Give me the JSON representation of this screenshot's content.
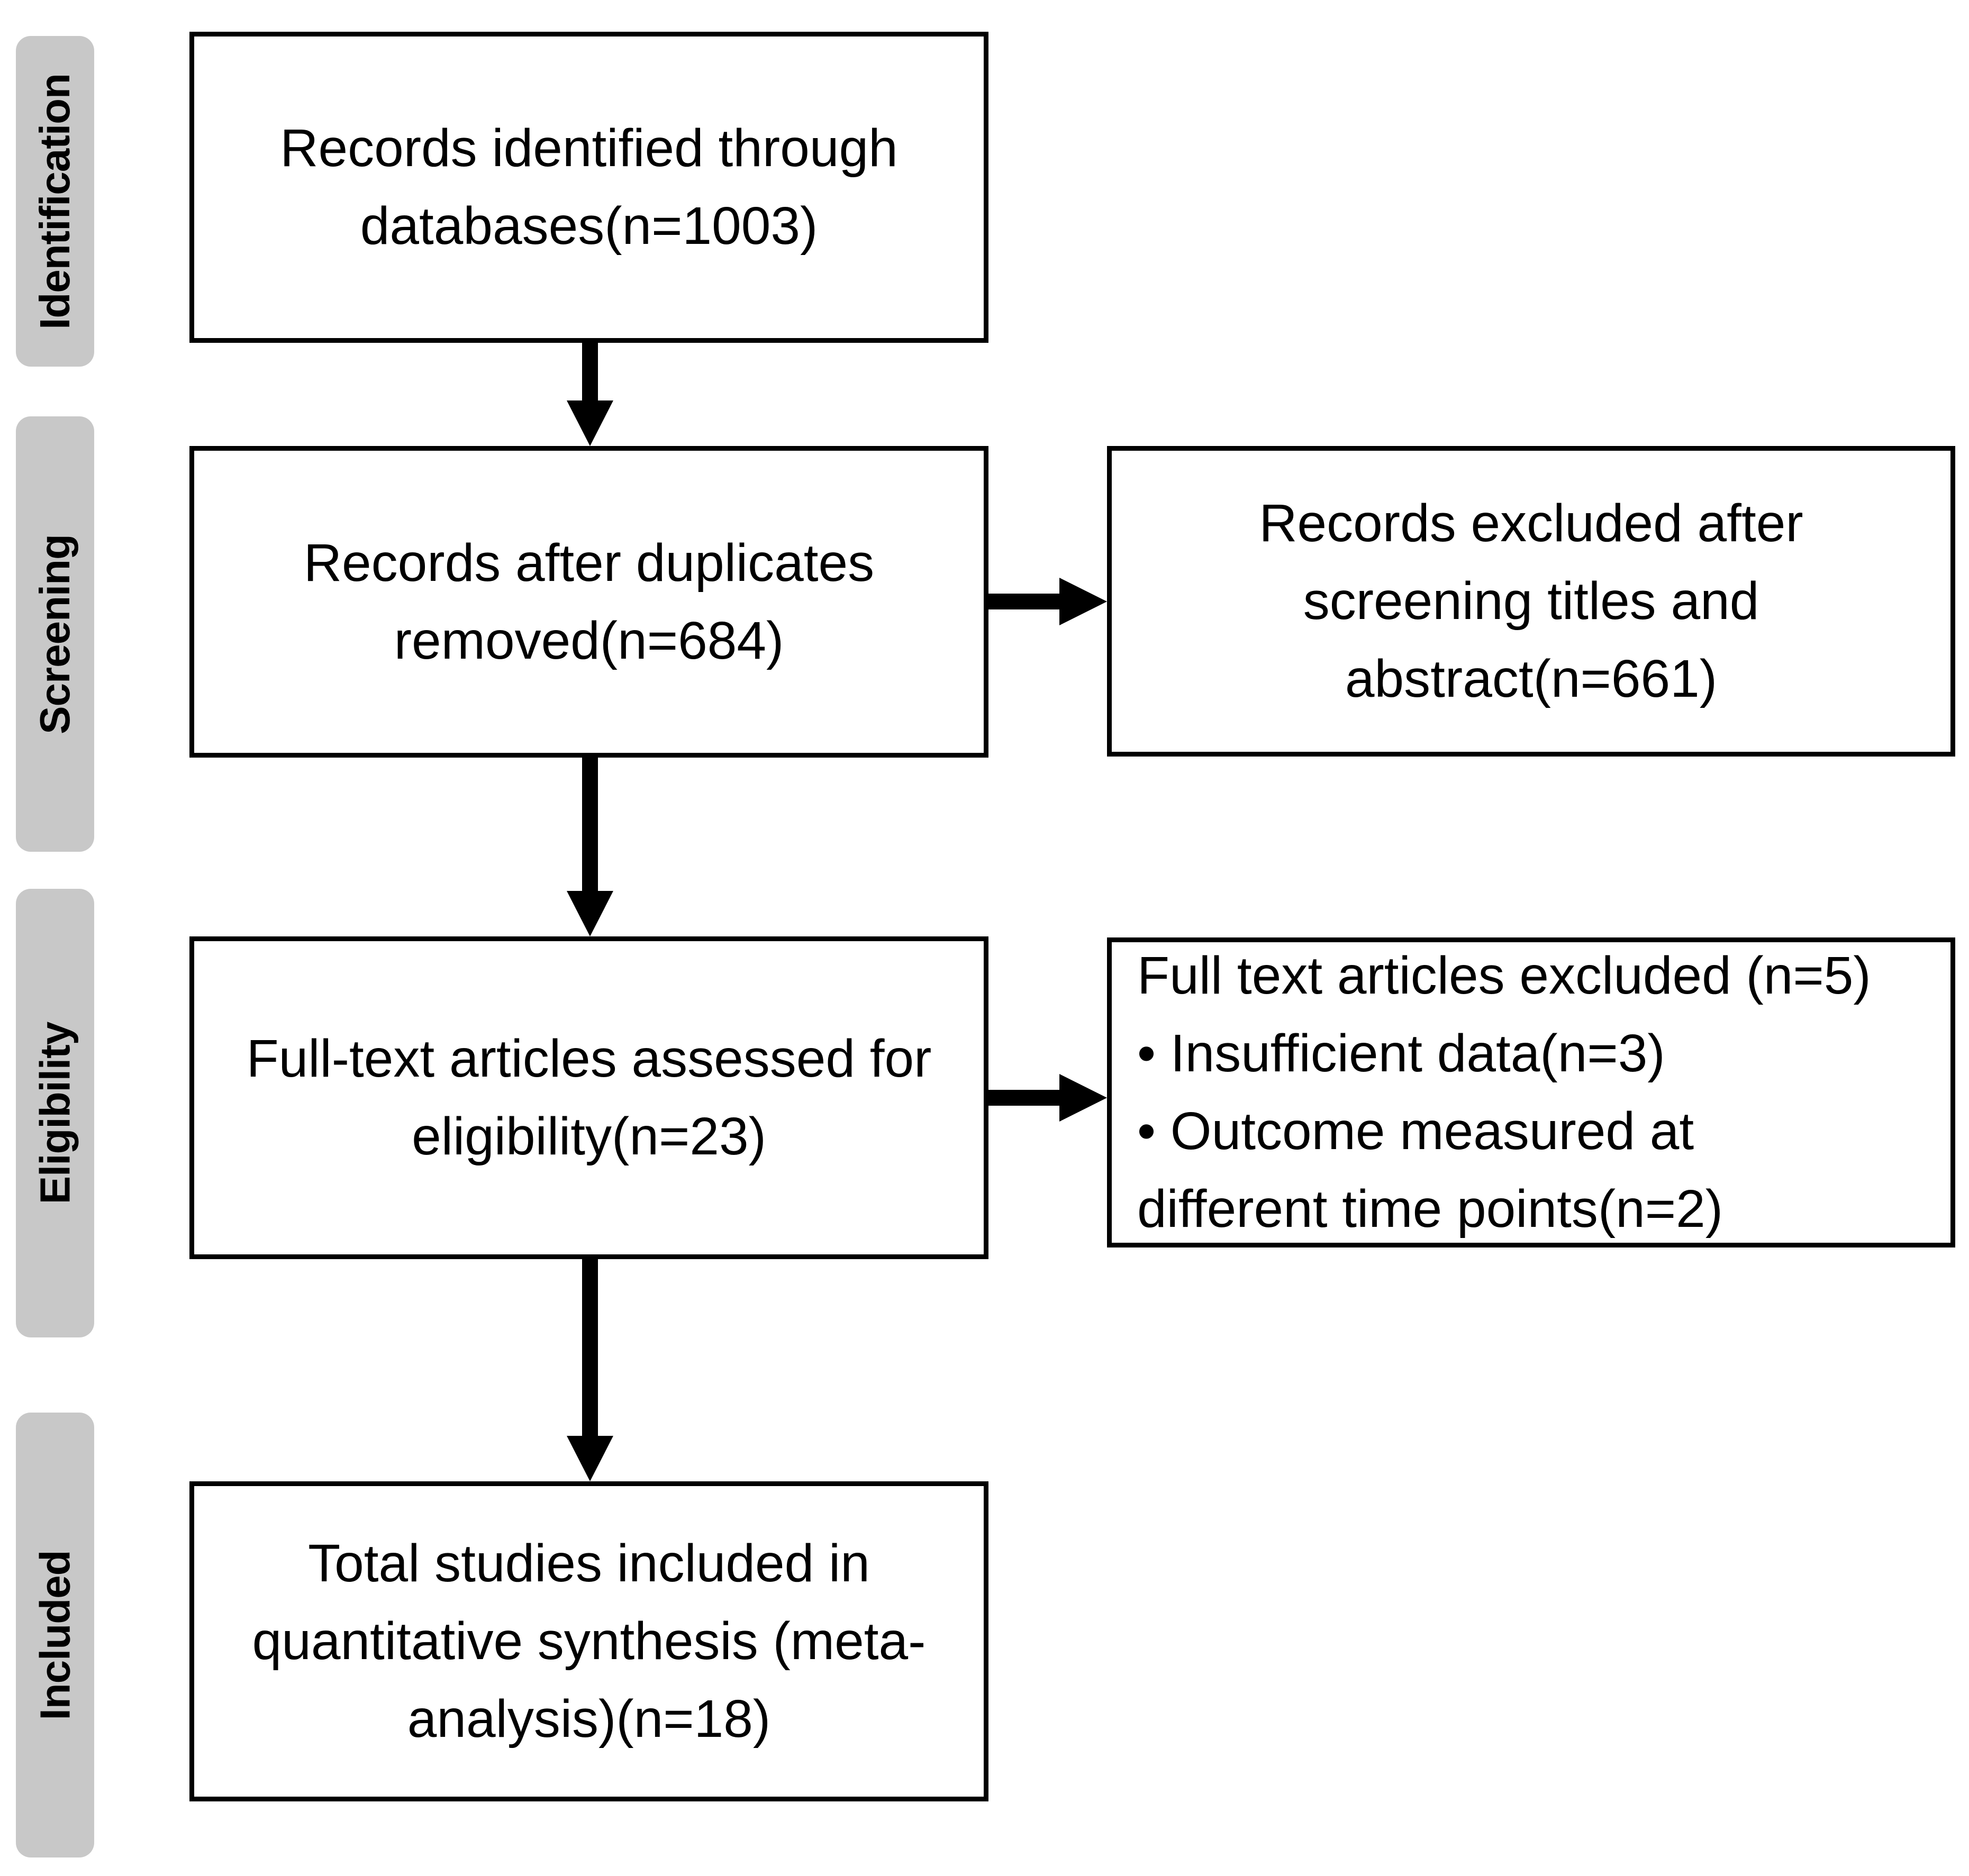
{
  "diagram": {
    "type": "prisma-flow-diagram",
    "stages": [
      {
        "label": "Identification"
      },
      {
        "label": "Screening"
      },
      {
        "label": "Eligibility"
      },
      {
        "label": "Included"
      }
    ],
    "nodes": [
      {
        "id": "records-identified",
        "stage": "Identification",
        "column": "main",
        "text": "Records identified through\ndatabases(n=1003)",
        "n": 1003
      },
      {
        "id": "records-after-duplicates",
        "stage": "Screening",
        "column": "main",
        "text": "Records after duplicates\nremoved(n=684)",
        "n": 684
      },
      {
        "id": "records-excluded",
        "stage": "Screening",
        "column": "side",
        "text": "Records excluded after\nscreening titles and\nabstract(n=661)",
        "n": 661
      },
      {
        "id": "fulltext-assessed",
        "stage": "Eligibility",
        "column": "main",
        "text": "Full-text articles assessed for\neligibility(n=23)",
        "n": 23
      },
      {
        "id": "fulltext-excluded",
        "stage": "Eligibility",
        "column": "side",
        "text": "Full text articles excluded (n=5)\n• Insufficient data(n=3)\n• Outcome measured at\ndifferent time points(n=2)",
        "n": 5,
        "reasons": [
          {
            "text": "Insufficient data(n=3)",
            "n": 3
          },
          {
            "text": "Outcome measured at different time points(n=2)",
            "n": 2
          }
        ]
      },
      {
        "id": "total-included",
        "stage": "Included",
        "column": "main",
        "text": "Total  studies included in\nquantitative synthesis (meta-\nanalysis)(n=18)",
        "n": 18
      }
    ],
    "colors": {
      "stage_tab_fill": "#c8c8c8",
      "box_border": "#000000",
      "arrow": "#000000",
      "text": "#000000",
      "background": "#ffffff"
    }
  }
}
